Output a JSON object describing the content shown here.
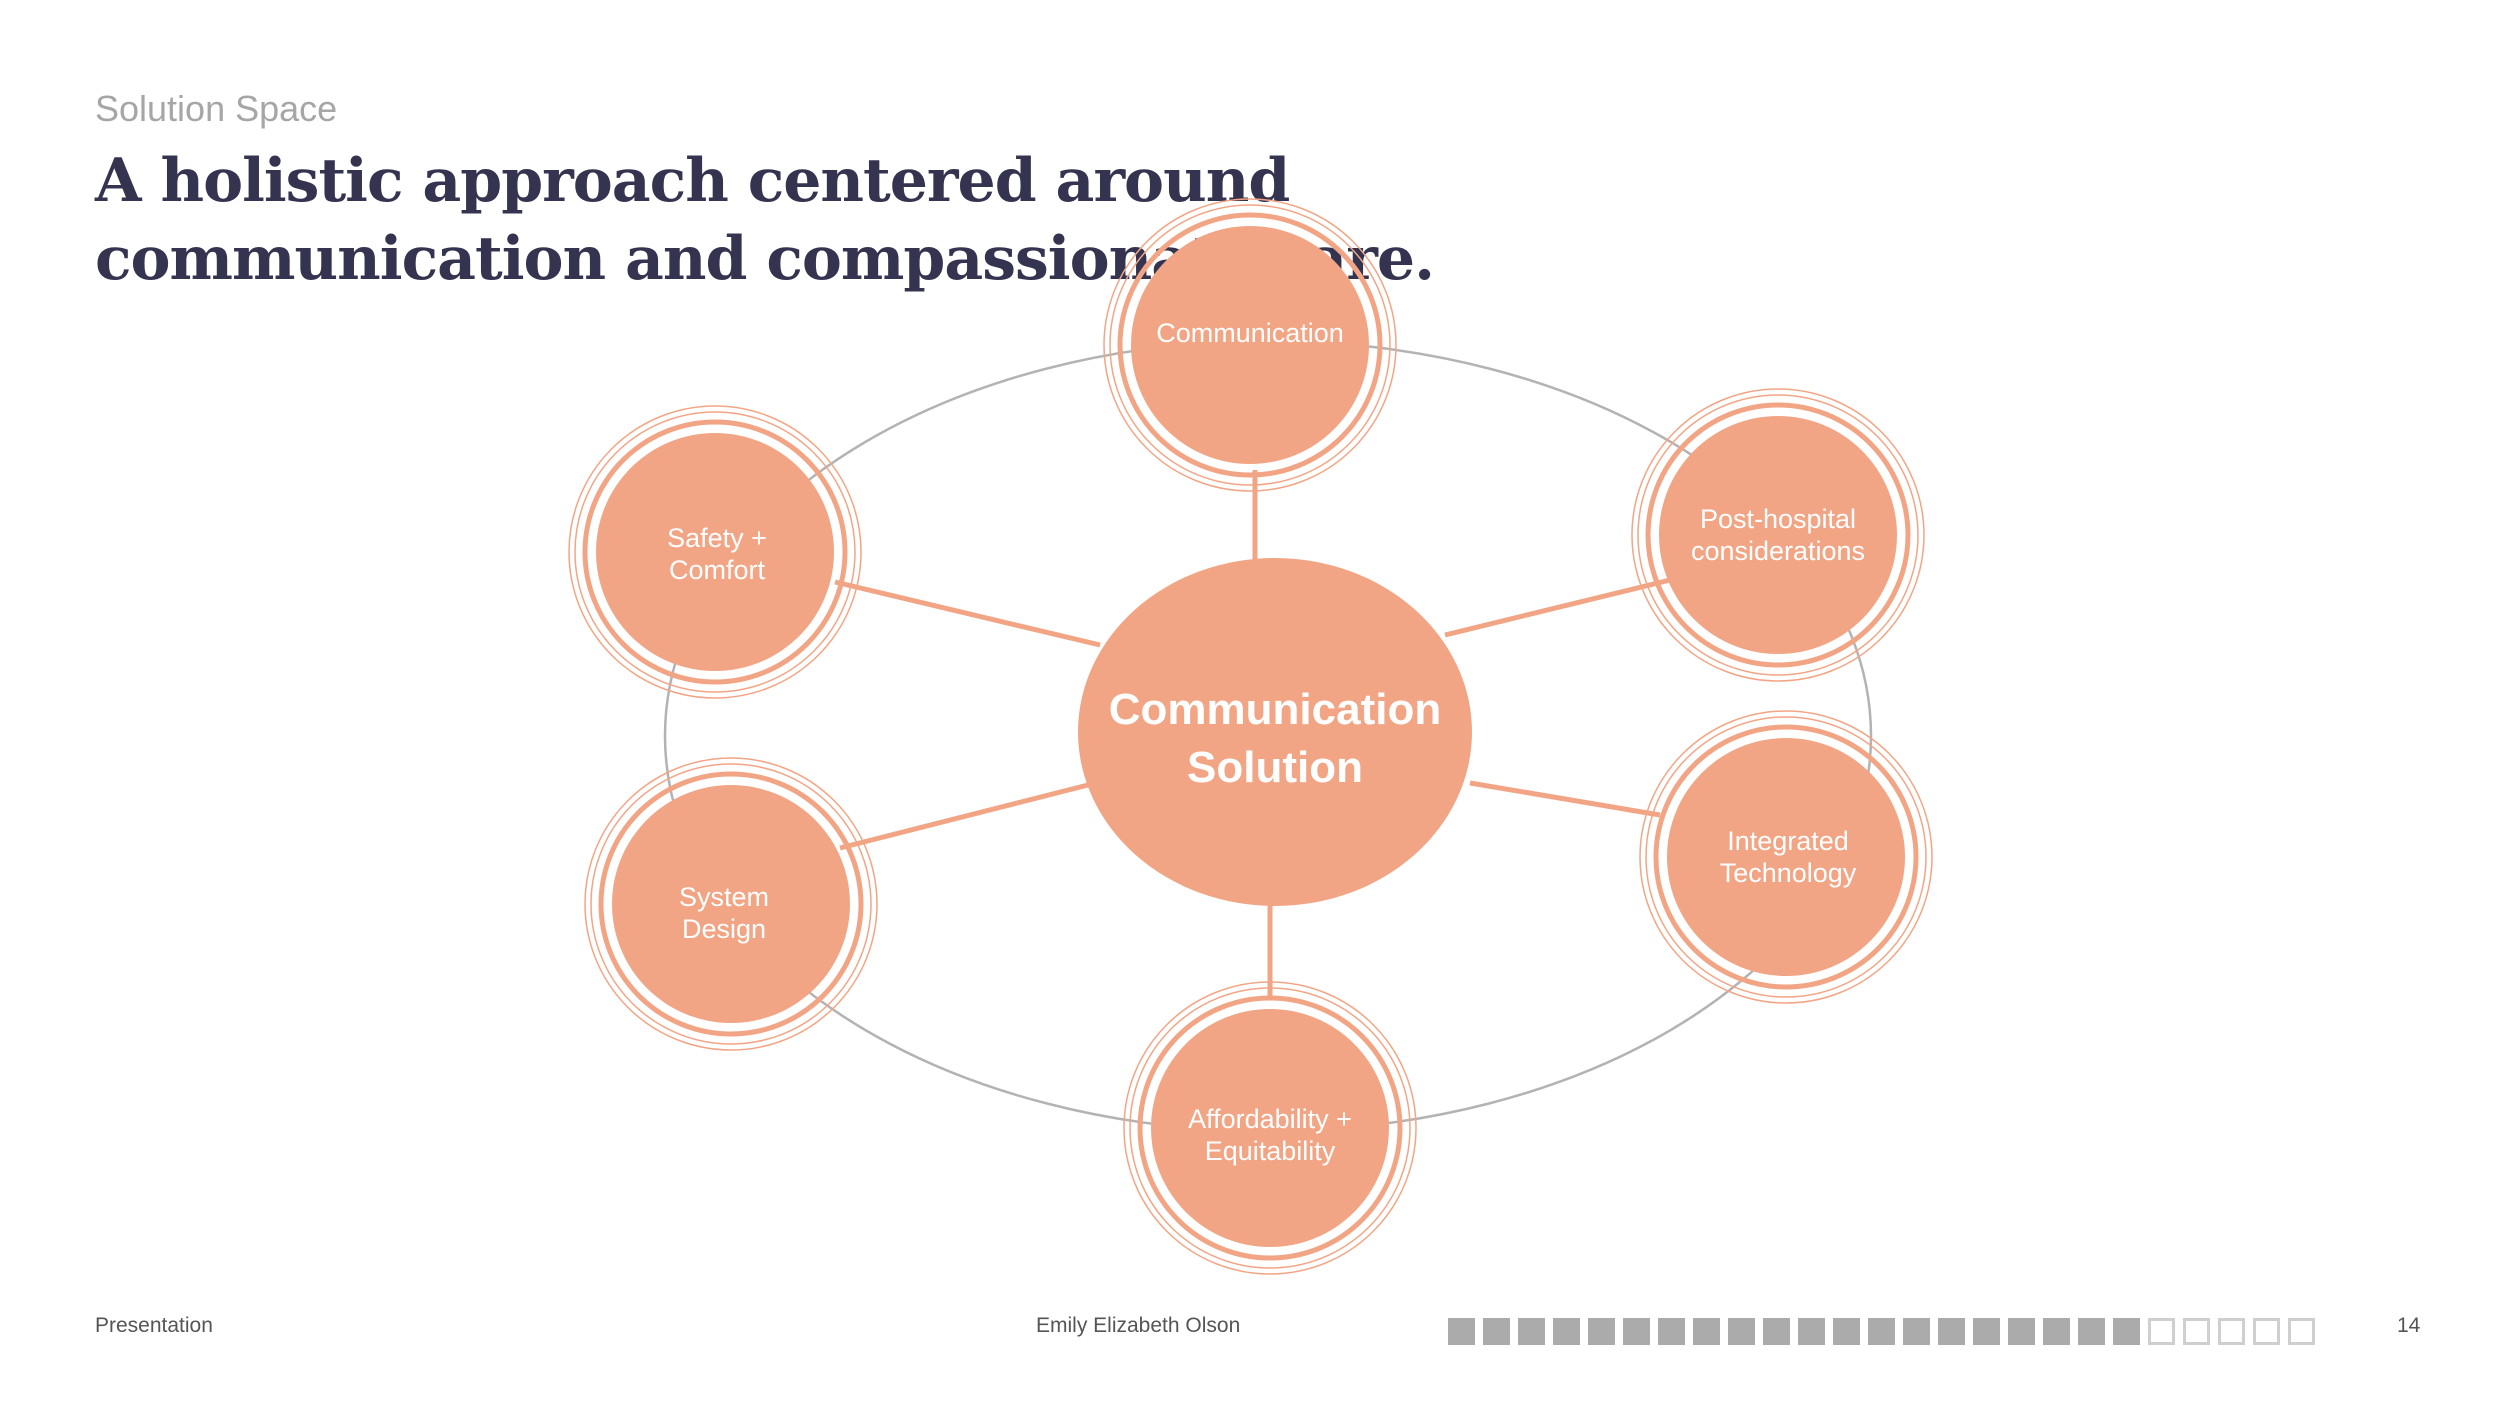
{
  "header": {
    "eyebrow": "Solution Space",
    "title": "A holistic approach centered around communication and compassionate care."
  },
  "diagram": {
    "center": {
      "line1": "Communication",
      "line2": "Solution"
    },
    "nodes": [
      {
        "id": "communication",
        "line1": "Communication",
        "line2": ""
      },
      {
        "id": "post-hospital",
        "line1": "Post-hospital",
        "line2": "considerations"
      },
      {
        "id": "integrated-technology",
        "line1": "Integrated",
        "line2": "Technology"
      },
      {
        "id": "affordability",
        "line1": "Affordability +",
        "line2": "Equitability"
      },
      {
        "id": "system-design",
        "line1": "System",
        "line2": "Design"
      },
      {
        "id": "safety-comfort",
        "line1": "Safety +",
        "line2": "Comfort"
      }
    ],
    "colors": {
      "fill": "#f2a585",
      "ring": "#f2a585",
      "spoke": "#f2a585",
      "orbit": "#b3b3b3"
    }
  },
  "footer": {
    "left": "Presentation",
    "center": "Emily Elizabeth Olson",
    "page": "14",
    "progress_total": 25,
    "progress_filled": 20
  }
}
